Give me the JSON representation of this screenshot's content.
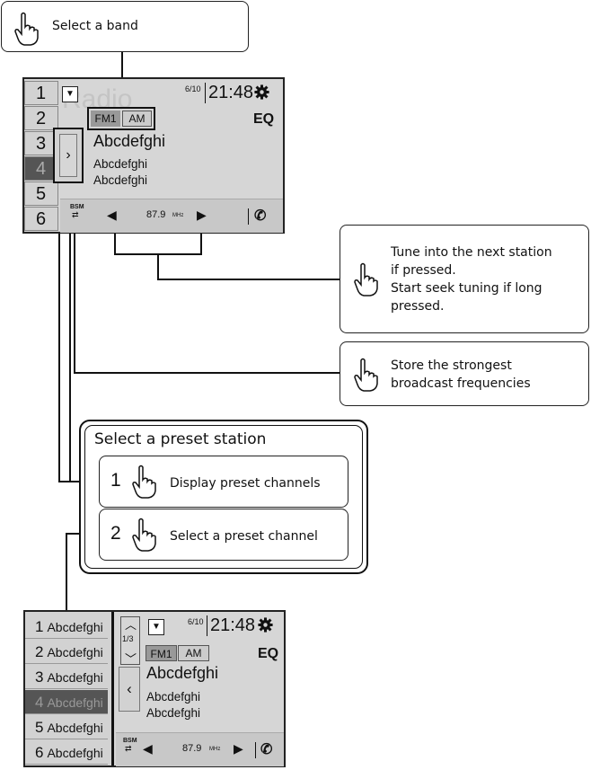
{
  "callouts": {
    "select_band": "Select a band",
    "next_station_line1": "Tune into the next station",
    "next_station_line2": "if pressed.",
    "next_station_line3": "Start seek tuning if long",
    "next_station_line4": "pressed.",
    "store_line1": "Store the strongest",
    "store_line2": "broadcast frequencies"
  },
  "preset_box": {
    "title": "Select a preset station",
    "step1_num": "1",
    "step1_text": "Display preset channels",
    "step2_num": "2",
    "step2_text": "Select a preset channel"
  },
  "screen1": {
    "presets": [
      "1",
      "2",
      "3",
      "4",
      "5",
      "6"
    ],
    "selected_preset": "4",
    "watermark": "Radio",
    "date": "6/10",
    "time": "21:48",
    "eq": "EQ",
    "band_fm1": "FM1",
    "band_am": "AM",
    "station_name": "Abcdefghi",
    "info1": "Abcdefghi",
    "info2": "Abcdefghi",
    "expand_arrow": "›",
    "bsm": "BSM",
    "frequency": "87.9",
    "unit": "MHz",
    "prev": "◀",
    "next": "▶",
    "dropdown": "▼"
  },
  "screen2": {
    "list": [
      {
        "num": "1",
        "name": "Abcdefghi"
      },
      {
        "num": "2",
        "name": "Abcdefghi"
      },
      {
        "num": "3",
        "name": "Abcdefghi"
      },
      {
        "num": "4",
        "name": "Abcdefghi"
      },
      {
        "num": "5",
        "name": "Abcdefghi"
      },
      {
        "num": "6",
        "name": "Abcdefghi"
      }
    ],
    "selected_index": 3,
    "page": "1/3",
    "date": "6/10",
    "time": "21:48",
    "eq": "EQ",
    "band_fm1": "FM1",
    "band_am": "AM",
    "station_name": "Abcdefghi",
    "info1": "Abcdefghi",
    "info2": "Abcdefghi",
    "collapse_arrow": "‹",
    "bsm": "BSM",
    "frequency": "87.9",
    "unit": "MHz",
    "prev": "◀",
    "next": "▶",
    "dropdown": "▼"
  }
}
